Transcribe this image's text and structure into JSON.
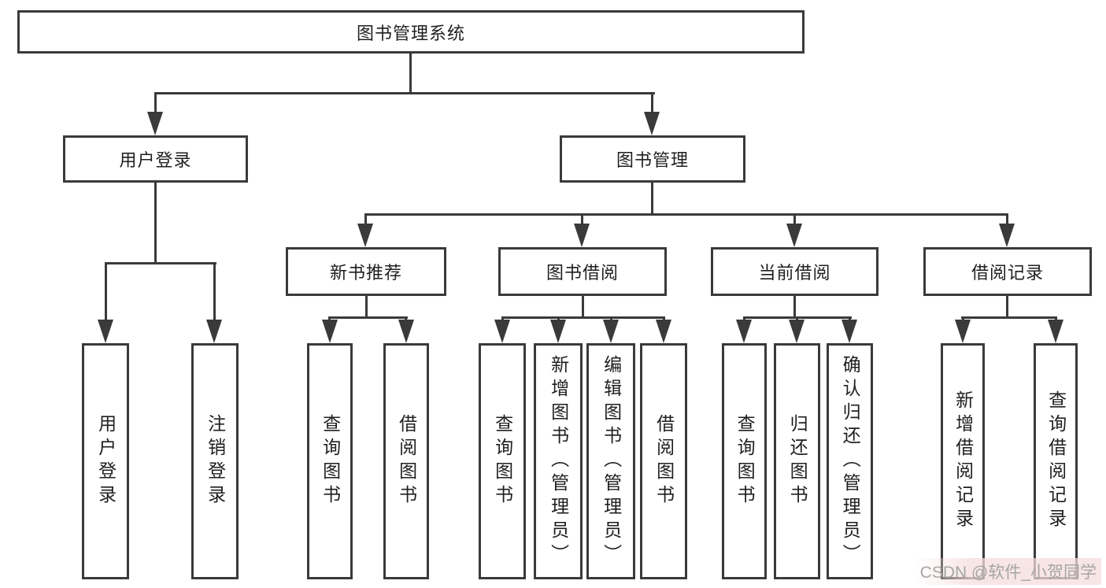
{
  "tree": {
    "label": "图书管理系统",
    "children": [
      {
        "label": "用户登录",
        "children": [
          {
            "label": "用户登录"
          },
          {
            "label": "注销登录"
          }
        ]
      },
      {
        "label": "图书管理",
        "children": [
          {
            "label": "新书推荐",
            "children": [
              {
                "label": "查询图书"
              },
              {
                "label": "借阅图书"
              }
            ]
          },
          {
            "label": "图书借阅",
            "children": [
              {
                "label": "查询图书"
              },
              {
                "label": "新增图书（管理员）"
              },
              {
                "label": "编辑图书（管理员）"
              },
              {
                "label": "借阅图书"
              }
            ]
          },
          {
            "label": "当前借阅",
            "children": [
              {
                "label": "查询图书"
              },
              {
                "label": "归还图书"
              },
              {
                "label": "确认归还（管理员）"
              }
            ]
          },
          {
            "label": "借阅记录",
            "children": [
              {
                "label": "新增借阅记录"
              },
              {
                "label": "查询借阅记录"
              }
            ]
          }
        ]
      }
    ]
  },
  "watermark": {
    "text": "CSDN @软件_小贺同学"
  },
  "colors": {
    "line": "#3a3a3a",
    "text": "#1f1f1f",
    "background": "#ffffff",
    "watermark_text": "#a6a6a6",
    "watermark_band": "#f5dcdc"
  }
}
